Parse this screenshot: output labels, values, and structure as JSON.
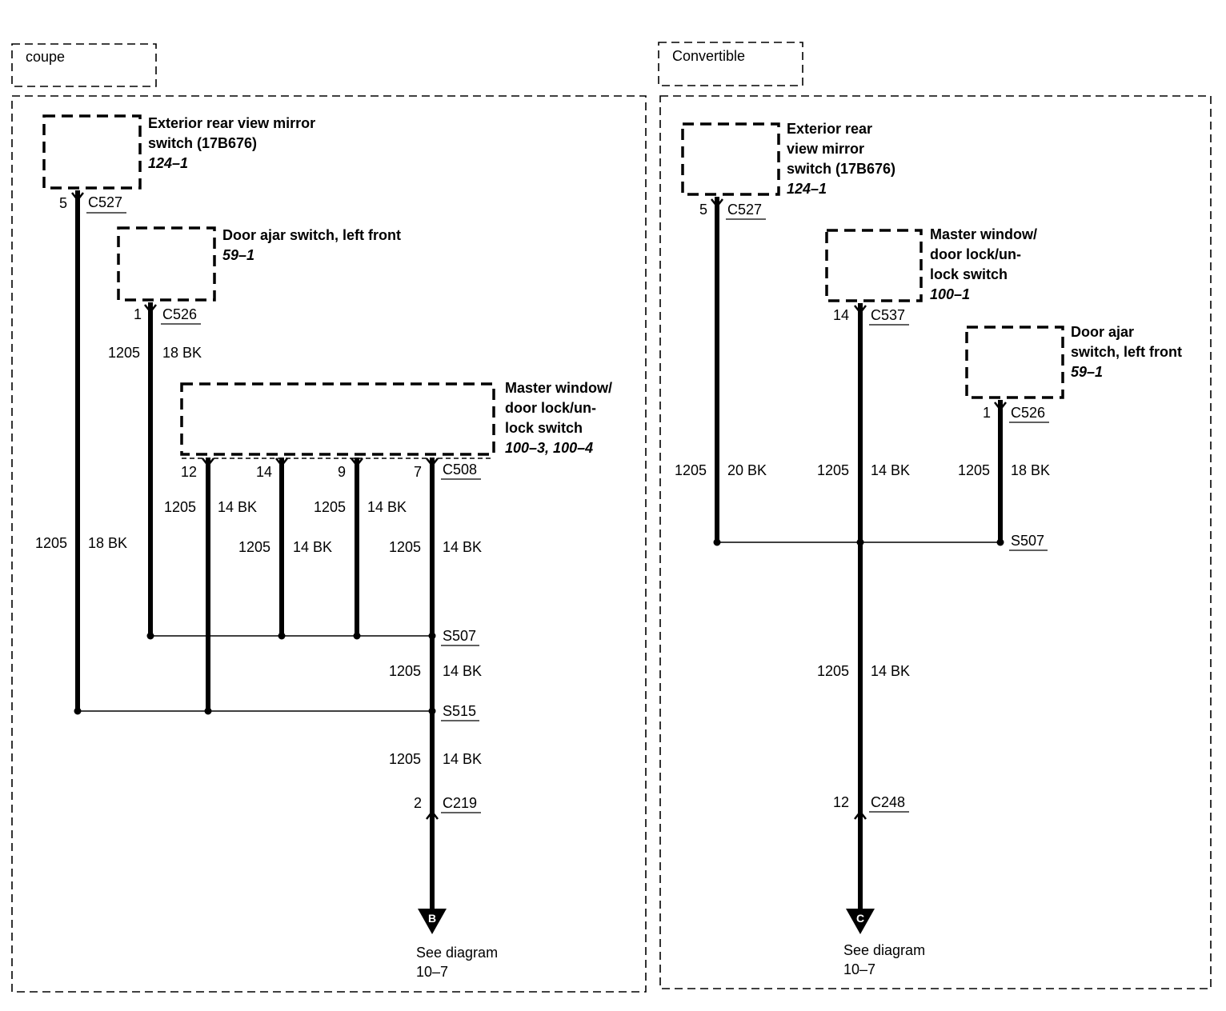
{
  "panels": {
    "coupe": {
      "label": "coupe",
      "mirror_switch": {
        "name_line1": "Exterior rear view mirror",
        "name_line2": "switch (17B676)",
        "ref": "124–1",
        "pin": "5",
        "connector": "C527"
      },
      "door_ajar": {
        "name_line1": "Door ajar switch, left front",
        "ref": "59–1",
        "pin": "1",
        "connector": "C526"
      },
      "master_window": {
        "name_line1": "Master window/",
        "name_line2": "door lock/un-",
        "name_line3": "lock switch",
        "ref": "100–3, 100–4",
        "connector": "C508",
        "pins": [
          "12",
          "14",
          "9",
          "7"
        ]
      },
      "wires": {
        "w1_circuit": "1205",
        "w1_color": "18 BK",
        "w2_circuit": "1205",
        "w2_color": "18 BK",
        "w3_circuit": "1205",
        "w3_color": "14 BK",
        "w4_circuit": "1205",
        "w4_color": "14 BK",
        "w5_circuit": "1205",
        "w5_color": "14 BK",
        "w6_circuit": "1205",
        "w6_color": "14 BK",
        "w7_circuit": "1205",
        "w7_color": "14 BK",
        "w8_circuit": "1205",
        "w8_color": "14 BK"
      },
      "splice1": "S507",
      "splice2": "S515",
      "bottom_pin": "2",
      "bottom_connector": "C219",
      "arrow_letter": "B",
      "see_text": "See diagram",
      "see_ref": "10–7"
    },
    "convertible": {
      "label": "Convertible",
      "mirror_switch": {
        "name_line1": "Exterior rear",
        "name_line2": "view mirror",
        "name_line3": "switch (17B676)",
        "ref": "124–1",
        "pin": "5",
        "connector": "C527"
      },
      "master_window": {
        "name_line1": "Master window/",
        "name_line2": "door lock/un-",
        "name_line3": "lock switch",
        "ref": "100–1",
        "pin": "14",
        "connector": "C537"
      },
      "door_ajar": {
        "name_line1": "Door ajar",
        "name_line2": "switch, left front",
        "ref": "59–1",
        "pin": "1",
        "connector": "C526"
      },
      "wires": {
        "w1_circuit": "1205",
        "w1_color": "20 BK",
        "w2_circuit": "1205",
        "w2_color": "14 BK",
        "w3_circuit": "1205",
        "w3_color": "18 BK",
        "w4_circuit": "1205",
        "w4_color": "14 BK"
      },
      "splice": "S507",
      "bottom_pin": "12",
      "bottom_connector": "C248",
      "arrow_letter": "C",
      "see_text": "See diagram",
      "see_ref": "10–7"
    }
  }
}
